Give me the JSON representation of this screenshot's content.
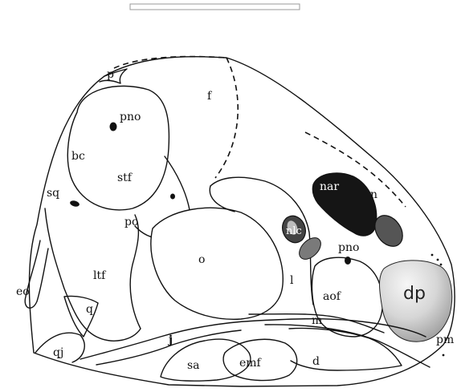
{
  "labels": {
    "p": "p",
    "f": "f",
    "pno_upper": "pno",
    "bc": "bc",
    "stf": "stf",
    "sq": "sq",
    "po": "po",
    "ltf": "ltf",
    "eo": "eo",
    "q": "q",
    "qj": "qj",
    "o": "o",
    "nar": "nar",
    "n": "n",
    "nlc": "nlc",
    "pno_lower": "pno",
    "l": "l",
    "aof": "aof",
    "m": "m",
    "dp": "dp",
    "pm": "pm",
    "j": "j",
    "sa": "sa",
    "emf": "emf",
    "d": "d"
  },
  "colors": {
    "outline": "#111111",
    "naris": "#151515",
    "dark_gray": "#555555",
    "mid_gray": "#7a7a7a",
    "dp_light": "#f4f4f4",
    "dp_dark": "#a8a8a8"
  }
}
